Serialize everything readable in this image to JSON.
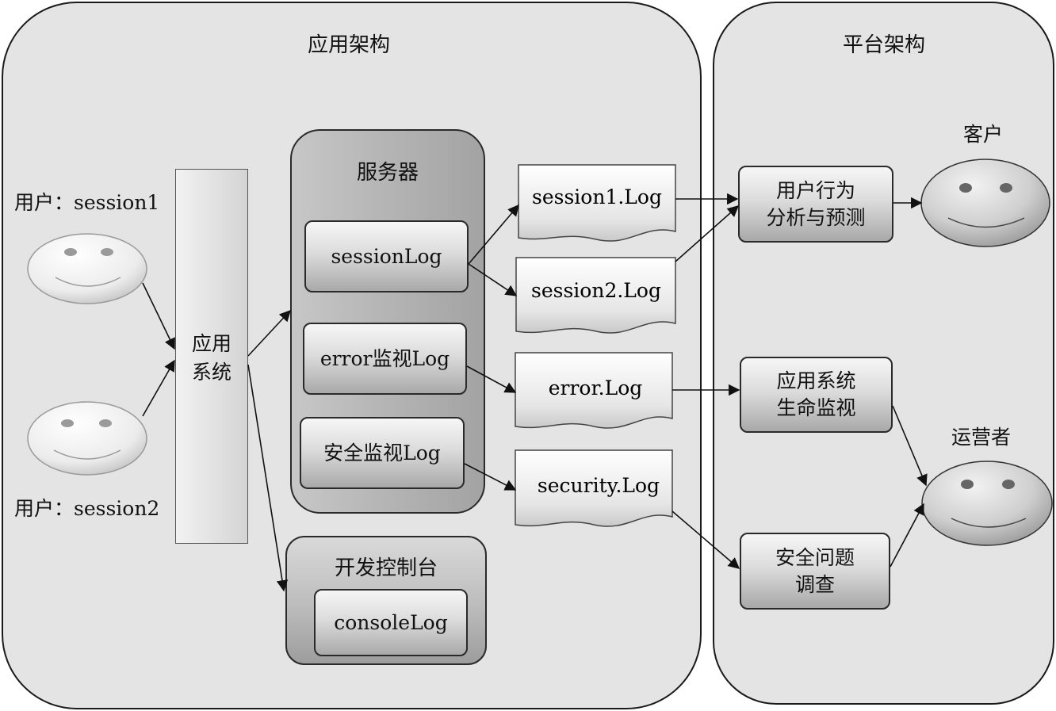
{
  "app_region": {
    "title": "应用架构"
  },
  "platform_region": {
    "title": "平台架构"
  },
  "users": [
    {
      "label": "用户：session1"
    },
    {
      "label": "用户：session2"
    }
  ],
  "app_system": {
    "line1": "应用",
    "line2": "系统"
  },
  "server": {
    "title": "服务器",
    "items": [
      "sessionLog",
      "error监视Log",
      "安全监视Log"
    ]
  },
  "dev_console": {
    "title": "开发控制台",
    "item": "consoleLog"
  },
  "logs": [
    "session1.Log",
    "session2.Log",
    "error.Log",
    "security.Log"
  ],
  "platform": {
    "boxes": [
      {
        "line1": "用户行为",
        "line2": "分析与预测"
      },
      {
        "line1": "应用系统",
        "line2": "生命监视"
      },
      {
        "line1": "安全问题",
        "line2": "调查"
      }
    ],
    "actors": [
      "客户",
      "运营者"
    ]
  }
}
